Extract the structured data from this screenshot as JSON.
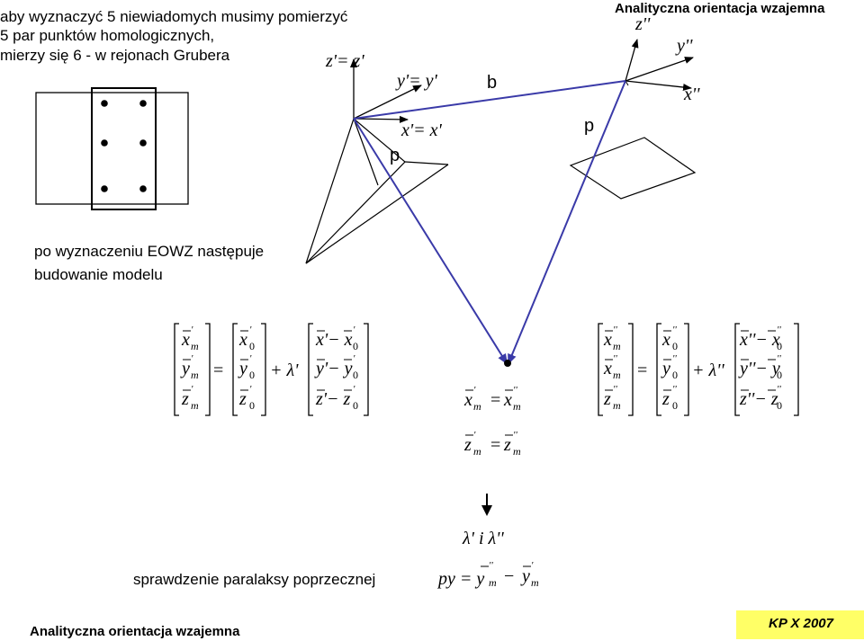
{
  "intro": {
    "line1": "aby wyznaczyć 5 niewiadomych musimy pomierzyć",
    "line2": " 5 par punktów homologicznych,",
    "line3": "mierzy się 6 - w rejonach Grubera"
  },
  "top_right_title": "Analityczna orientacja wzajemna",
  "labels": {
    "zeq": "z'= z'",
    "yeq": "y'= y'",
    "xeq": "x'= x'",
    "p1": "p",
    "p2": "p",
    "b": "b",
    "z2": "z''",
    "y2": "y''",
    "x2": "x''"
  },
  "middle_text": {
    "line1": "po wyznaczeniu EOWZ następuje",
    "line2": "budowanie modelu"
  },
  "equations": {
    "xm_eq": "= x",
    "zm_eq": "= z",
    "lambdas": "λ' i λ''",
    "py": "py = y",
    "lambda1": "+ λ'",
    "lambda2": "+ λ''",
    "equals": "="
  },
  "bottom": {
    "check_text": "sprawdzenie paralaksy poprzecznej",
    "footer_title": "Analityczna orientacja wzajemna",
    "badge": "KP X 2007",
    "badge_color": "#ffff66"
  }
}
